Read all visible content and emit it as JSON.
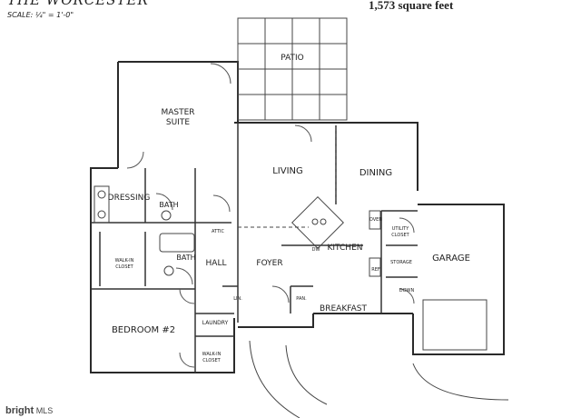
{
  "header": {
    "title": "THE WORCESTER",
    "scale": "SCALE: ¼\" = 1'-0\"",
    "square_feet": "1,573 square feet"
  },
  "rooms": {
    "patio": "PATIO",
    "master_suite_line1": "MASTER",
    "master_suite_line2": "SUITE",
    "living": "LIVING",
    "dining": "DINING",
    "dressing": "DRESSING",
    "bath_upper": "BATH",
    "attic": "ATTIC",
    "oven": "OVEN",
    "dw": "DW",
    "kitchen": "KITCHEN",
    "utility_closet_line1": "UTILITY",
    "utility_closet_line2": "CLOSET",
    "garage": "GARAGE",
    "bath_lower": "BATH",
    "walk_in_closet_upper_line1": "WALK-IN",
    "walk_in_closet_upper_line2": "CLOSET",
    "hall": "HALL",
    "foyer": "FOYER",
    "storage": "STORAGE",
    "ref": "REF",
    "down": "DOWN",
    "linen": "LIN.",
    "pantry": "PAN.",
    "breakfast": "BREAKFAST",
    "bedroom2": "BEDROOM #2",
    "laundry": "LAUNDRY",
    "walk_in_closet_lower_line1": "WALK-IN",
    "walk_in_closet_lower_line2": "CLOSET"
  },
  "watermark": {
    "brand": "bright",
    "suffix": "MLS"
  }
}
